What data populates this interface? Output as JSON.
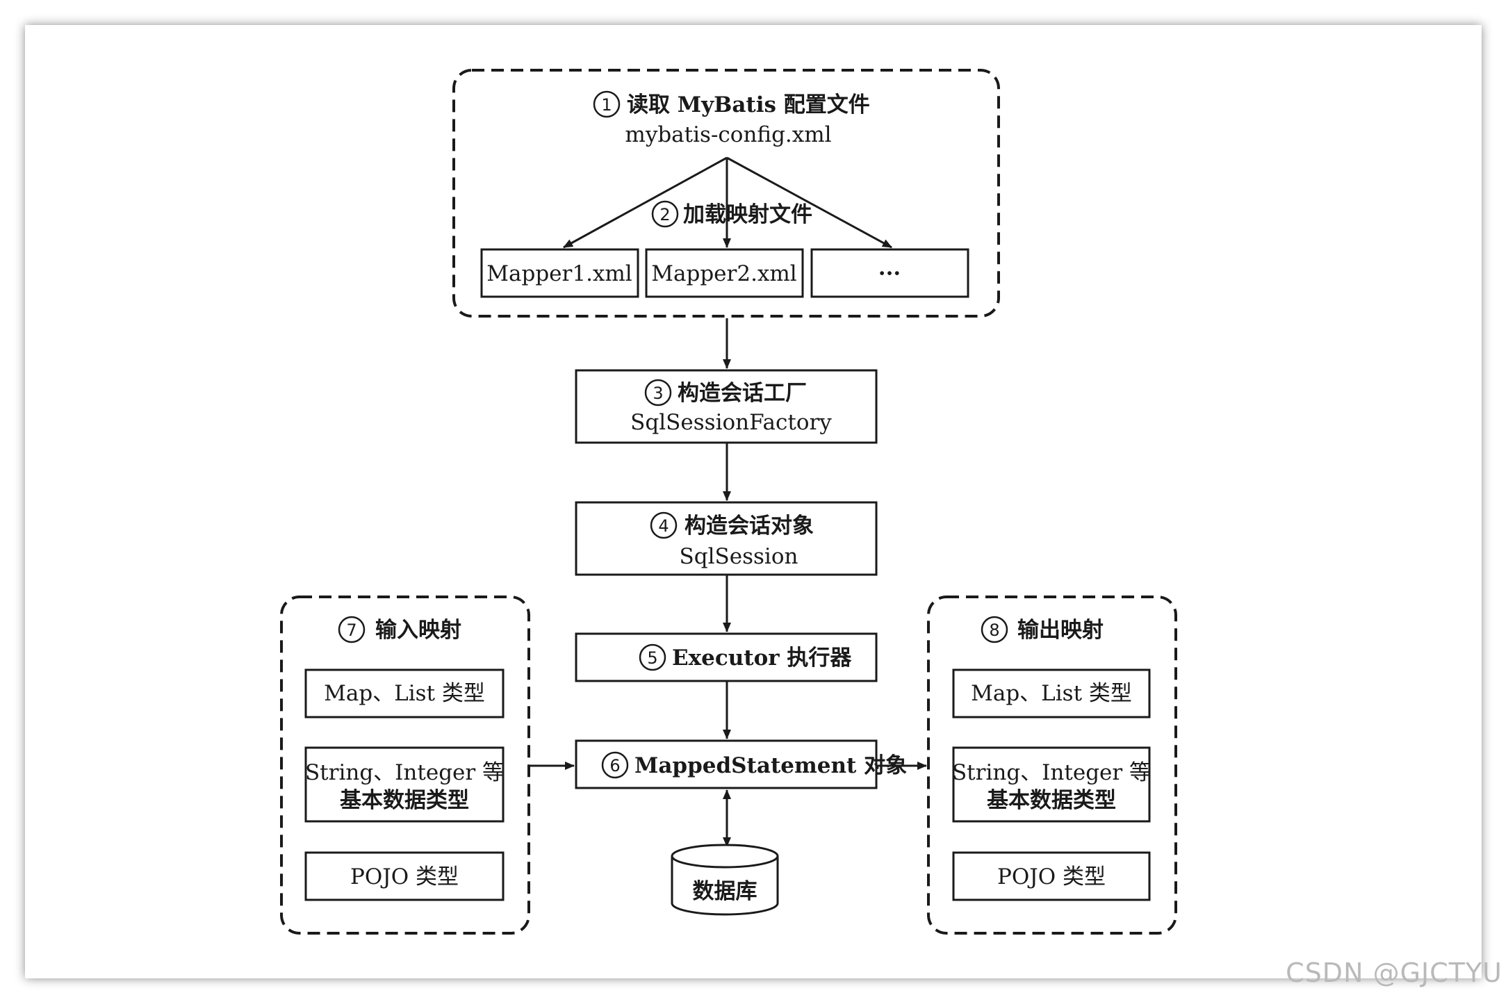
{
  "step1": {
    "num": "1",
    "title": "读取 MyBatis 配置文件",
    "subtitle": "mybatis-config.xml"
  },
  "step2": {
    "num": "2",
    "title": "加载映射文件",
    "files": [
      "Mapper1.xml",
      "Mapper2.xml",
      "···"
    ]
  },
  "step3": {
    "num": "3",
    "title": "构造会话工厂",
    "subtitle": "SqlSessionFactory"
  },
  "step4": {
    "num": "4",
    "title": "构造会话对象",
    "subtitle": "SqlSession"
  },
  "step5": {
    "num": "5",
    "title": "Executor 执行器"
  },
  "step6": {
    "num": "6",
    "title": "MappedStatement 对象"
  },
  "database": {
    "label": "数据库"
  },
  "input_mapping": {
    "num": "7",
    "title": "输入映射",
    "items": [
      {
        "line1": "Map、List 类型",
        "line2": ""
      },
      {
        "line1": "String、Integer 等",
        "line2": "基本数据类型"
      },
      {
        "line1": "POJO 类型",
        "line2": ""
      }
    ]
  },
  "output_mapping": {
    "num": "8",
    "title": "输出映射",
    "items": [
      {
        "line1": "Map、List 类型",
        "line2": ""
      },
      {
        "line1": "String、Integer 等",
        "line2": "基本数据类型"
      },
      {
        "line1": "POJO 类型",
        "line2": ""
      }
    ]
  },
  "watermark": "CSDN @GJCTYU"
}
